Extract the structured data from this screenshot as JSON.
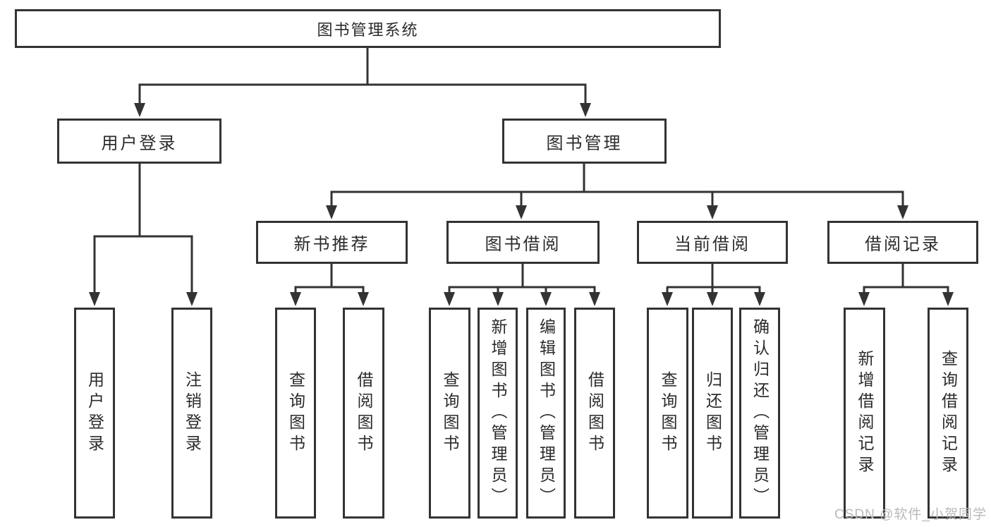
{
  "diagram_type": "hierarchy-tree",
  "nodes": {
    "root": {
      "label": "图书管理系统"
    },
    "level2": [
      {
        "label": "用户登录"
      },
      {
        "label": "图书管理"
      }
    ],
    "level3": [
      {
        "label": "新书推荐",
        "parent": "图书管理"
      },
      {
        "label": "图书借阅",
        "parent": "图书管理"
      },
      {
        "label": "当前借阅",
        "parent": "图书管理"
      },
      {
        "label": "借阅记录",
        "parent": "图书管理"
      }
    ],
    "leaves": [
      {
        "label": "用户登录",
        "parent": "用户登录"
      },
      {
        "label": "注销登录",
        "parent": "用户登录"
      },
      {
        "label": "查询图书",
        "parent": "新书推荐"
      },
      {
        "label": "借阅图书",
        "parent": "新书推荐"
      },
      {
        "label": "查询图书",
        "parent": "图书借阅"
      },
      {
        "label": "新增图书（管理员）",
        "parent": "图书借阅"
      },
      {
        "label": "编辑图书（管理员）",
        "parent": "图书借阅"
      },
      {
        "label": "借阅图书",
        "parent": "图书借阅"
      },
      {
        "label": "查询图书",
        "parent": "当前借阅"
      },
      {
        "label": "归还图书",
        "parent": "当前借阅"
      },
      {
        "label": "确认归还（管理员）",
        "parent": "当前借阅"
      },
      {
        "label": "新增借阅记录",
        "parent": "借阅记录"
      },
      {
        "label": "查询借阅记录",
        "parent": "借阅记录"
      }
    ]
  },
  "watermark": "CSDN @软件_小贺同学",
  "colors": {
    "line": "#333333",
    "box_border": "#333333",
    "text": "#2b2b2b",
    "watermark": "#b9b9b9",
    "background": "#ffffff"
  }
}
